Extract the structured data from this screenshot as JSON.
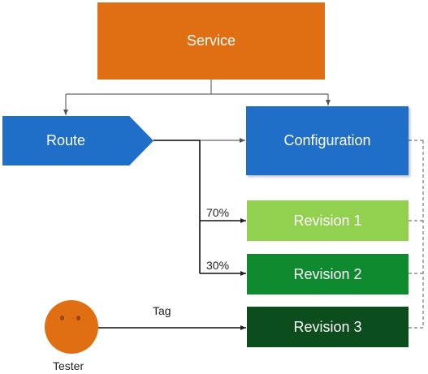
{
  "nodes": {
    "service": "Service",
    "route": "Route",
    "configuration": "Configuration",
    "revision_1": "Revision 1",
    "revision_2": "Revision 2",
    "revision_3": "Revision 3",
    "tester": "Tester"
  },
  "edges": {
    "rev1_percent": "70%",
    "rev2_percent": "30%",
    "tag": "Tag"
  },
  "colors": {
    "service": "#e06e12",
    "route": "#1f6fc8",
    "configuration": "#1f6fc8",
    "revision_1": "#92d050",
    "revision_2": "#0f8a2f",
    "revision_3": "#0b4d1c",
    "tester": "#e06e12"
  }
}
